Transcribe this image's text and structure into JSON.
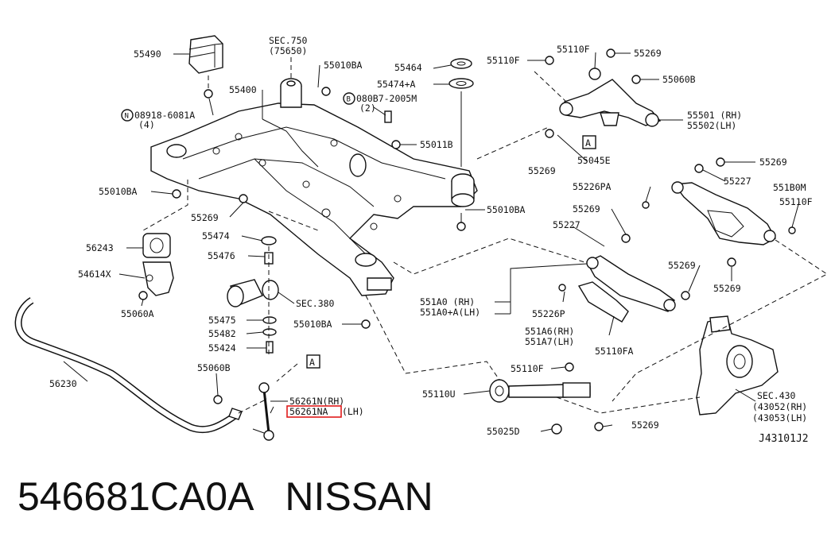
{
  "diagram": {
    "labels": [
      {
        "id": "p55490",
        "text": "55490"
      },
      {
        "id": "sec750",
        "text": "SEC.750"
      },
      {
        "id": "sec750b",
        "text": "(75650)"
      },
      {
        "id": "p55010ba_1",
        "text": "55010BA"
      },
      {
        "id": "p55464",
        "text": "55464"
      },
      {
        "id": "p55474a",
        "text": "55474+A"
      },
      {
        "id": "p55110f_1",
        "text": "55110F"
      },
      {
        "id": "p55110f_2",
        "text": "55110F"
      },
      {
        "id": "p55269_1",
        "text": "55269"
      },
      {
        "id": "p55060b_1",
        "text": "55060B"
      },
      {
        "id": "p55400",
        "text": "55400"
      },
      {
        "id": "n08918",
        "text": "08918-6081A"
      },
      {
        "id": "n08918q",
        "text": "(4)"
      },
      {
        "id": "b080b7",
        "text": "080B7-2005M"
      },
      {
        "id": "b080b7q",
        "text": "(2)"
      },
      {
        "id": "p55501",
        "text": "55501 (RH)"
      },
      {
        "id": "p55502",
        "text": "55502(LH)"
      },
      {
        "id": "p55011b",
        "text": "55011B"
      },
      {
        "id": "p55269_2",
        "text": "55269"
      },
      {
        "id": "p55045e",
        "text": "55045E"
      },
      {
        "id": "p55269_3",
        "text": "55269"
      },
      {
        "id": "p55227_1",
        "text": "55227"
      },
      {
        "id": "p55010ba_2",
        "text": "55010BA"
      },
      {
        "id": "p55226pa",
        "text": "55226PA"
      },
      {
        "id": "p551b0m",
        "text": "551B0M"
      },
      {
        "id": "p55110f_3",
        "text": "55110F"
      },
      {
        "id": "p55010ba_3",
        "text": "55010BA"
      },
      {
        "id": "p55269_4",
        "text": "55269"
      },
      {
        "id": "p55269_5",
        "text": "55269"
      },
      {
        "id": "p55227_2",
        "text": "55227"
      },
      {
        "id": "p56243",
        "text": "56243"
      },
      {
        "id": "p55474",
        "text": "55474"
      },
      {
        "id": "p55476",
        "text": "55476"
      },
      {
        "id": "p54614x",
        "text": "54614X"
      },
      {
        "id": "p55269_6",
        "text": "55269"
      },
      {
        "id": "p55269_7",
        "text": "55269"
      },
      {
        "id": "sec380",
        "text": "SEC.380"
      },
      {
        "id": "p55060a",
        "text": "55060A"
      },
      {
        "id": "p551a0",
        "text": "551A0 (RH)"
      },
      {
        "id": "p551a0a",
        "text": "551A0+A(LH)"
      },
      {
        "id": "p55226p",
        "text": "55226P"
      },
      {
        "id": "p55475",
        "text": "55475"
      },
      {
        "id": "p55010ba_4",
        "text": "55010BA"
      },
      {
        "id": "p551a6",
        "text": "551A6(RH)"
      },
      {
        "id": "p551a7",
        "text": "551A7(LH)"
      },
      {
        "id": "p55482",
        "text": "55482"
      },
      {
        "id": "p55424",
        "text": "55424"
      },
      {
        "id": "p55110fa",
        "text": "55110FA"
      },
      {
        "id": "p55060b_2",
        "text": "55060B"
      },
      {
        "id": "p55110f_4",
        "text": "55110F"
      },
      {
        "id": "p56230",
        "text": "56230"
      },
      {
        "id": "p56261n",
        "text": "56261N(RH)"
      },
      {
        "id": "p56261na",
        "text": "56261NA"
      },
      {
        "id": "p56261nal",
        "text": "(LH)"
      },
      {
        "id": "p55110u",
        "text": "55110U"
      },
      {
        "id": "sec430",
        "text": "SEC.430"
      },
      {
        "id": "p43052",
        "text": "(43052(RH)"
      },
      {
        "id": "p43053",
        "text": "(43053(LH)"
      },
      {
        "id": "p55025d",
        "text": "55025D"
      },
      {
        "id": "p55269_8",
        "text": "55269"
      },
      {
        "id": "ref",
        "text": "J43101J2"
      }
    ],
    "callouts": [
      {
        "id": "callout_a_top",
        "letter": "A"
      },
      {
        "id": "callout_a_bottom",
        "letter": "A"
      },
      {
        "id": "callout_n",
        "letter": "N"
      },
      {
        "id": "callout_b",
        "letter": "B"
      }
    ]
  },
  "caption": {
    "part_number": "546681CA0A",
    "brand": "NISSAN"
  },
  "colors": {
    "ink": "#111111",
    "highlight": "#e01b1b",
    "background": "#ffffff"
  }
}
